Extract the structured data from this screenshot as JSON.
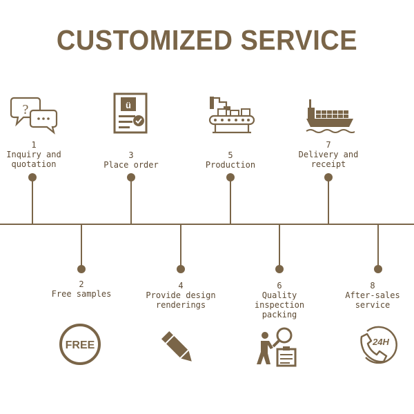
{
  "title": "CUSTOMIZED SERVICE",
  "steps": [
    {
      "number": "1",
      "lines": [
        "Inquiry and",
        "quotation"
      ],
      "icon": "chat-bubbles-icon"
    },
    {
      "number": "2",
      "lines": [
        "Free samples"
      ],
      "icon": "free-badge-icon"
    },
    {
      "number": "3",
      "lines": [
        "Place order"
      ],
      "icon": "order-document-icon"
    },
    {
      "number": "4",
      "lines": [
        "Provide design",
        "renderings"
      ],
      "icon": "pencil-icon"
    },
    {
      "number": "5",
      "lines": [
        "Production"
      ],
      "icon": "production-line-icon"
    },
    {
      "number": "6",
      "lines": [
        "Quality",
        "inspection",
        "packing"
      ],
      "icon": "inspection-icon"
    },
    {
      "number": "7",
      "lines": [
        "Delivery and",
        "receipt"
      ],
      "icon": "cargo-ship-icon"
    },
    {
      "number": "8",
      "lines": [
        "After-sales",
        "service"
      ],
      "icon": "phone-24h-icon"
    }
  ],
  "badge_text": {
    "free": "FREE",
    "hours": "24H"
  },
  "colors": {
    "primary": "#7a6548",
    "text": "#5d4a33",
    "background": "#ffffff"
  }
}
